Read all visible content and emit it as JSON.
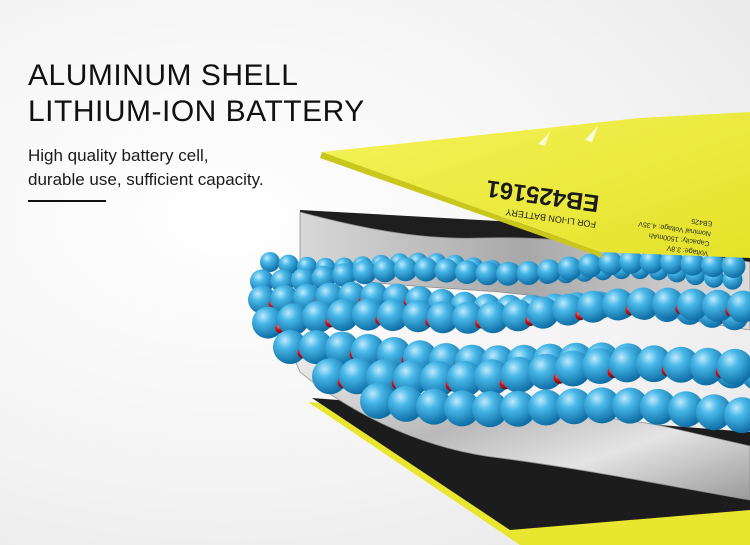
{
  "headline": {
    "line1": "ALUMINUM SHELL",
    "line2": "LITHIUM-ION BATTERY"
  },
  "description": {
    "line1": "High quality battery cell,",
    "line2": "durable use, sufficient capacity."
  },
  "label": {
    "model": "EB425161",
    "for_line": "FOR LI-ION BATTERY",
    "spec1": "EB425",
    "spec2": "Nominal Voltage: 4.35V",
    "spec3": "Capacity: 1500mAh",
    "spec4": "Voltage: 3.8V"
  },
  "colors": {
    "label_yellow": "#f0ef3c",
    "ion_blue": "#2fa6dc",
    "ion_red": "#e01010",
    "foil_silver": "#c8c8c8",
    "base_black": "#1c1c1c"
  }
}
